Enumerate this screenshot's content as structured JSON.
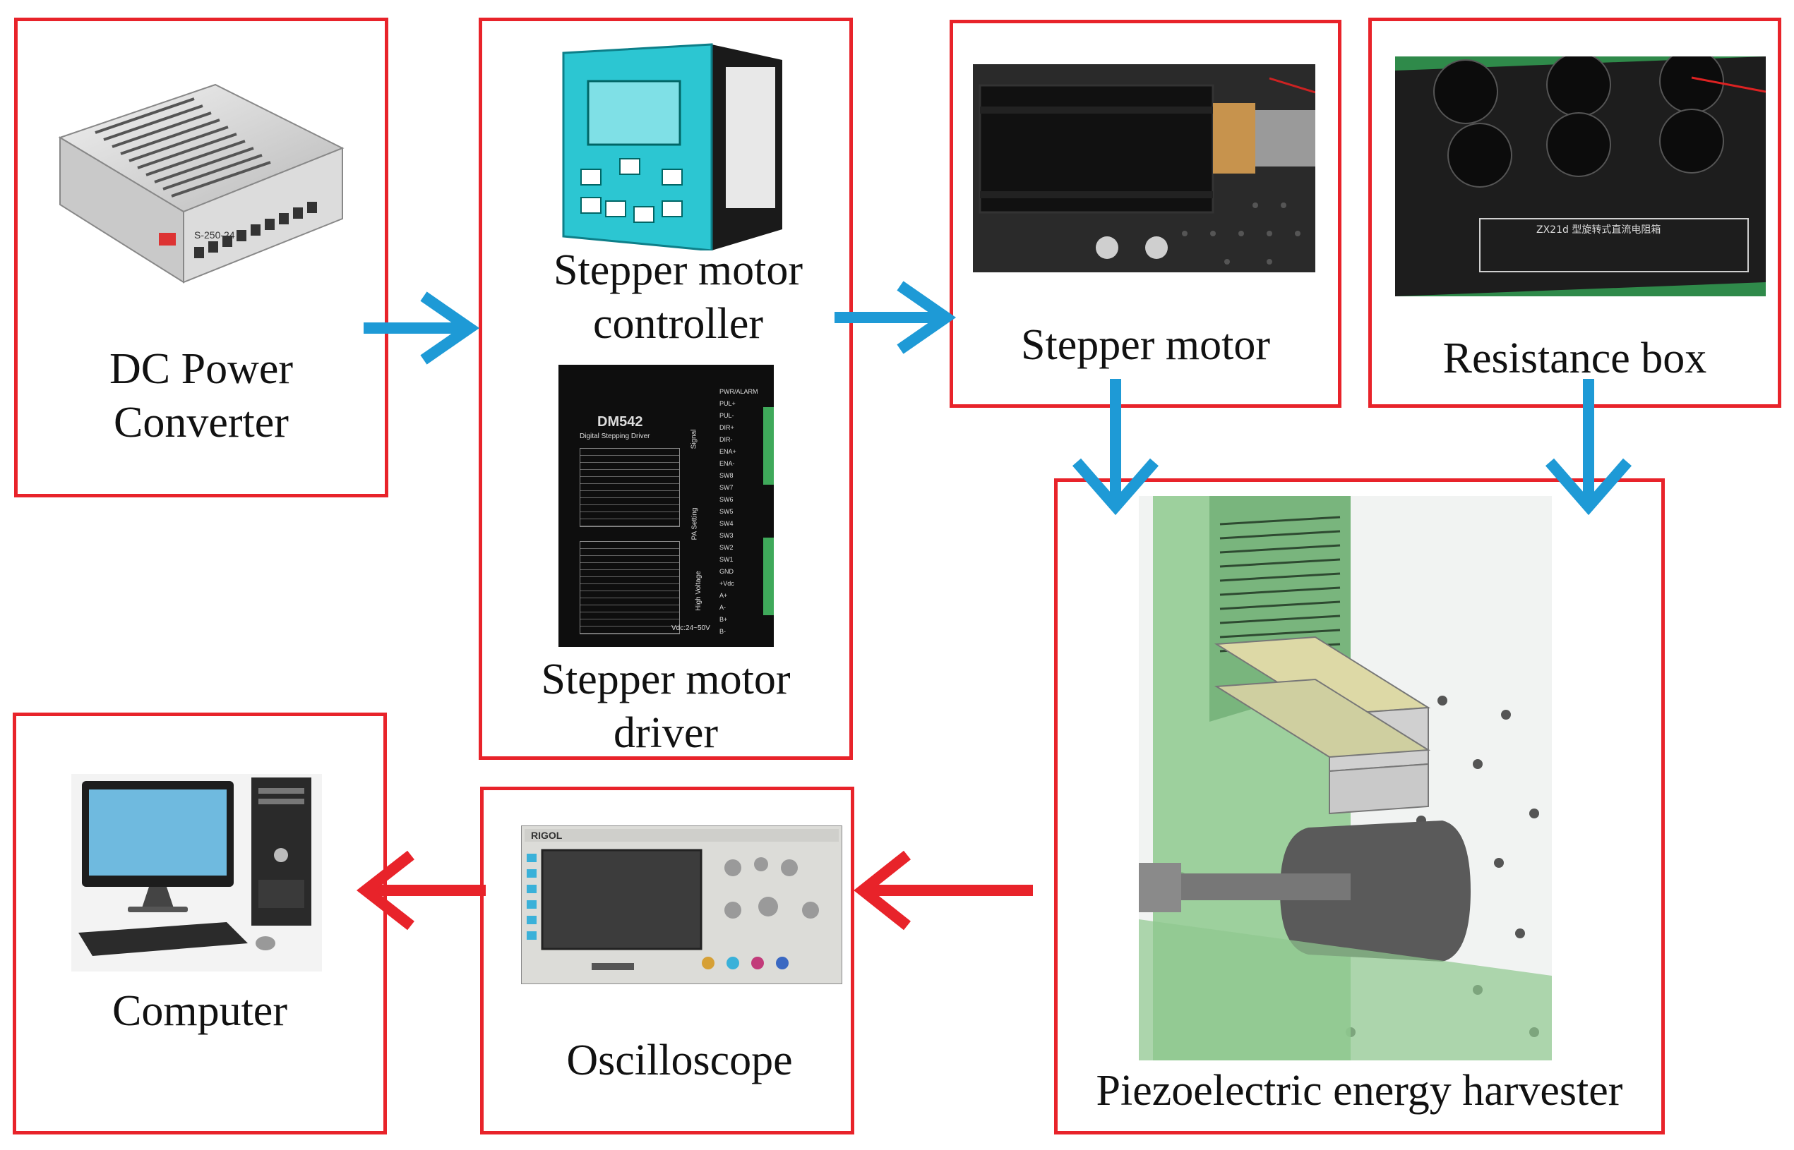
{
  "diagram": {
    "boxes": {
      "dc_power": "DC Power\nConverter",
      "stepper_controller": "Stepper motor\ncontroller",
      "stepper_driver": "Stepper motor\ndriver",
      "stepper_motor": "Stepper motor",
      "resistance_box": "Resistance box",
      "harvester": "Piezoelectric energy harvester",
      "oscilloscope": "Oscilloscope",
      "computer": "Computer"
    },
    "devices": {
      "psu_label": "S-250-24",
      "driver_model": "DM542",
      "driver_subtitle": "Digital Stepping Driver",
      "driver_signal": "Signal",
      "driver_setting": "PA Setting",
      "driver_voltage": "High Voltage",
      "driver_vdc": "Vdc:24~50V",
      "driver_terminals": [
        "PWR/ALARM",
        "PUL+",
        "PUL-",
        "DIR+",
        "DIR-",
        "ENA+",
        "ENA-",
        "SW8",
        "SW7",
        "SW6",
        "SW5",
        "SW4",
        "SW3",
        "SW2",
        "SW1",
        "GND",
        "+Vdc",
        "A+",
        "A-",
        "B+",
        "B-"
      ],
      "resistance_nameplate": "ZX21d 型旋转式直流电阻箱",
      "oscilloscope_brand": "RIGOL"
    },
    "colors": {
      "box_border": "#e8232a",
      "arrow_blue": "#1e9ad6",
      "arrow_red": "#e8232a"
    }
  }
}
